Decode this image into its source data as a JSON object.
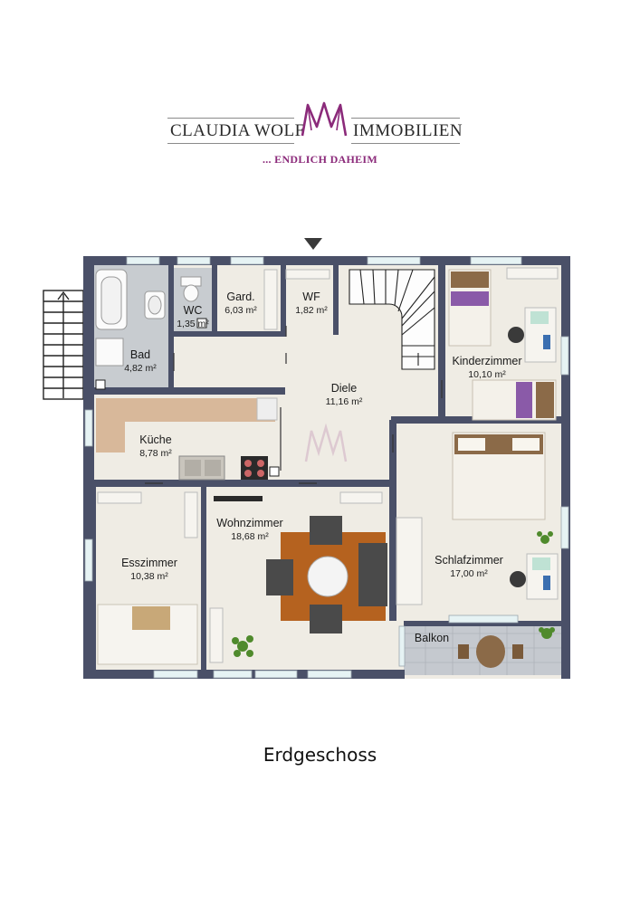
{
  "logo": {
    "left_text": "CLAUDIA WOLF",
    "right_text": "IMMOBILIEN",
    "tagline": "... ENDLICH DAHEIM",
    "brand_color": "#8b2a7a"
  },
  "rooms": {
    "bad": {
      "name": "Bad",
      "area": "4,82 m²"
    },
    "wc": {
      "name": "WC",
      "area": "1,35 m²"
    },
    "gard": {
      "name": "Gard.",
      "area": "6,03 m²"
    },
    "wf": {
      "name": "WF",
      "area": "1,82 m²"
    },
    "kinderzimmer": {
      "name": "Kinderzimmer",
      "area": "10,10 m²"
    },
    "diele": {
      "name": "Diele",
      "area": "11,16 m²"
    },
    "kueche": {
      "name": "Küche",
      "area": "8,78 m²"
    },
    "wohnzimmer": {
      "name": "Wohnzimmer",
      "area": "18,68 m²"
    },
    "esszimmer": {
      "name": "Esszimmer",
      "area": "10,38 m²"
    },
    "schlafzimmer": {
      "name": "Schlafzimmer",
      "area": "17,00 m²"
    },
    "balkon": {
      "name": "Balkon"
    }
  },
  "colors": {
    "wall": "#4a5068",
    "floor": "#efece4",
    "tile": "#c8ccd0",
    "rug": "#b5621f",
    "sofa": "#4a4a4a",
    "bed_accent": "#8a5aa8",
    "window": "#d8eef0"
  },
  "caption": "Erdgeschoss"
}
